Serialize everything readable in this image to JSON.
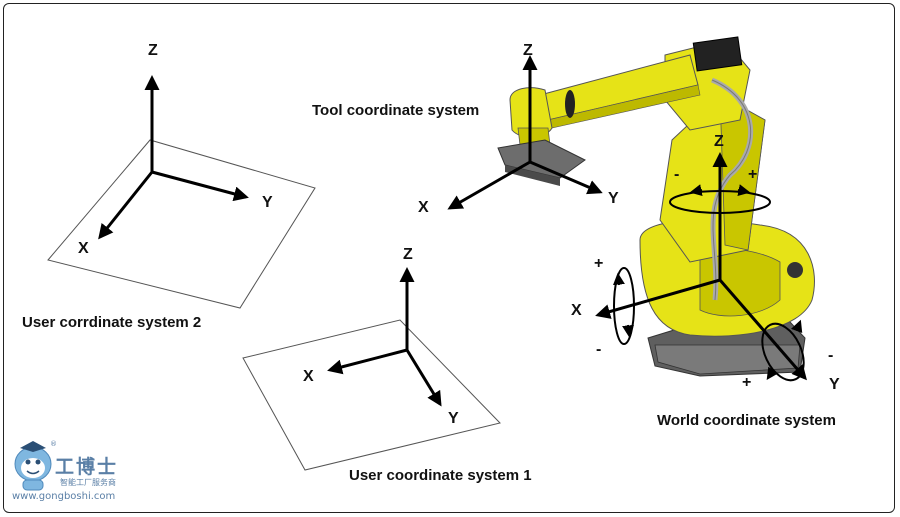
{
  "user_system_2": {
    "caption": "User corrdinate system 2",
    "z": "Z",
    "y": "Y",
    "x": "X"
  },
  "user_system_1": {
    "caption": "User coordinate system 1",
    "z": "Z",
    "y": "Y",
    "x": "X"
  },
  "tool_system": {
    "caption": "Tool coordinate system",
    "z": "Z",
    "y": "Y",
    "x": "X"
  },
  "world_system": {
    "caption": "World coordinate system",
    "z": "Z",
    "y": "Y",
    "x": "X",
    "z_plus": "+",
    "z_minus": "-",
    "x_plus": "+",
    "x_minus": "-",
    "y_plus": "+",
    "y_minus": "-"
  },
  "watermark": {
    "name": "工博士",
    "tagline": "智能工厂服务商",
    "url": "www.gongboshi.com",
    "registered": "®"
  },
  "colors": {
    "robot_yellow": "#e6e317",
    "robot_shadow": "#b9b500",
    "base_gray": "#6b6b6b",
    "brand_blue": "#5a7fa6"
  }
}
